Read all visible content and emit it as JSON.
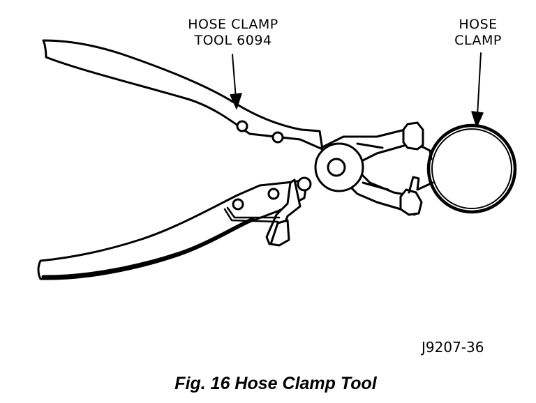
{
  "labels": {
    "tool_line1": "HOSE CLAMP",
    "tool_line2": "TOOL 6094",
    "clamp_line1": "HOSE",
    "clamp_line2": "CLAMP"
  },
  "part_number": "J9207-36",
  "caption": "Fig. 16 Hose Clamp Tool"
}
